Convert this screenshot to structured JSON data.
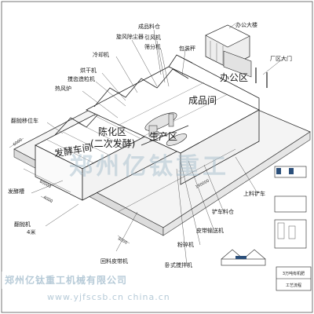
{
  "title_block": {
    "drawing_title": "3万吨有机肥",
    "subtitle": "工艺流程"
  },
  "areas": {
    "fermentation_hall": "发酵车间",
    "aging_zone_line1": "陈化区",
    "aging_zone_line2": "(二次发酵)",
    "production_zone": "生产区",
    "finished_goods": "成品间",
    "office_zone": "办公区"
  },
  "labels": {
    "office_building": "办公大楼",
    "factory_gate": "厂区大门",
    "finished_bin": "成品料仓",
    "cyclone": "旋风除尘器",
    "induced_fan": "引风机",
    "mixer": "筛分机",
    "packer": "包装秤",
    "cooler": "冷却机",
    "dryer": "烘干机",
    "granulator": "搅齿造粒机",
    "hot_stove": "热风炉",
    "turner": "翻抛移位车",
    "ferment_tank": "发酵槽",
    "turner_4": "翻抛机",
    "turner_4_count": "4米",
    "loader": "上料铲车",
    "forklift_bin": "铲车料仓",
    "belt_conveyor": "皮带输送机",
    "crusher": "粉碎机",
    "return_belt": "回料皮带机",
    "horizontal_mixer": "卧式搅拌机"
  },
  "dimensions": {
    "d_6000": "6000",
    "d_60000": "60000",
    "d_4000": "4000",
    "d_190000": "190000",
    "d_8000": "8000"
  },
  "watermark": {
    "logo_text": "郑州亿钛重工",
    "band_text": "郑州亿钛重工机械有限公司",
    "url": "www.yjfscsb.cn china.cn"
  }
}
